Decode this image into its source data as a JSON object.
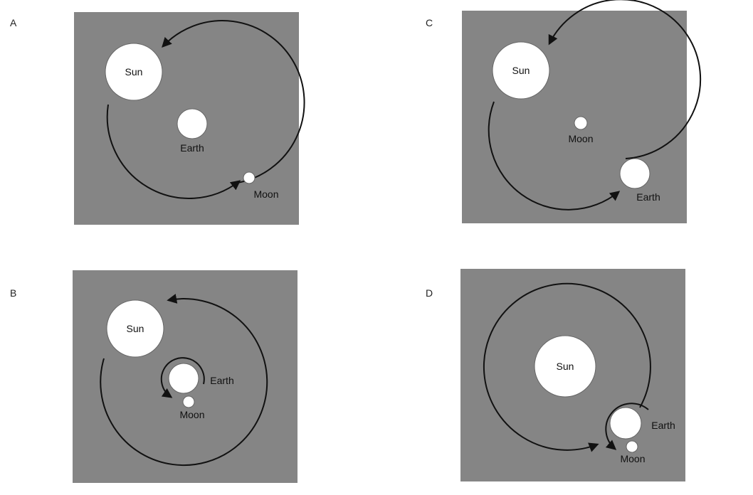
{
  "panels": [
    {
      "letter": "A",
      "sun": "Sun",
      "earth": "Earth",
      "moon": "Moon"
    },
    {
      "letter": "B",
      "sun": "Sun",
      "earth": "Earth",
      "moon": "Moon"
    },
    {
      "letter": "C",
      "sun": "Sun",
      "earth": "Earth",
      "moon": "Moon"
    },
    {
      "letter": "D",
      "sun": "Sun",
      "earth": "Earth",
      "moon": "Moon"
    }
  ],
  "colors": {
    "panel_bg": "#858585",
    "body_fill": "#ffffff",
    "orbit_stroke": "#111111"
  }
}
